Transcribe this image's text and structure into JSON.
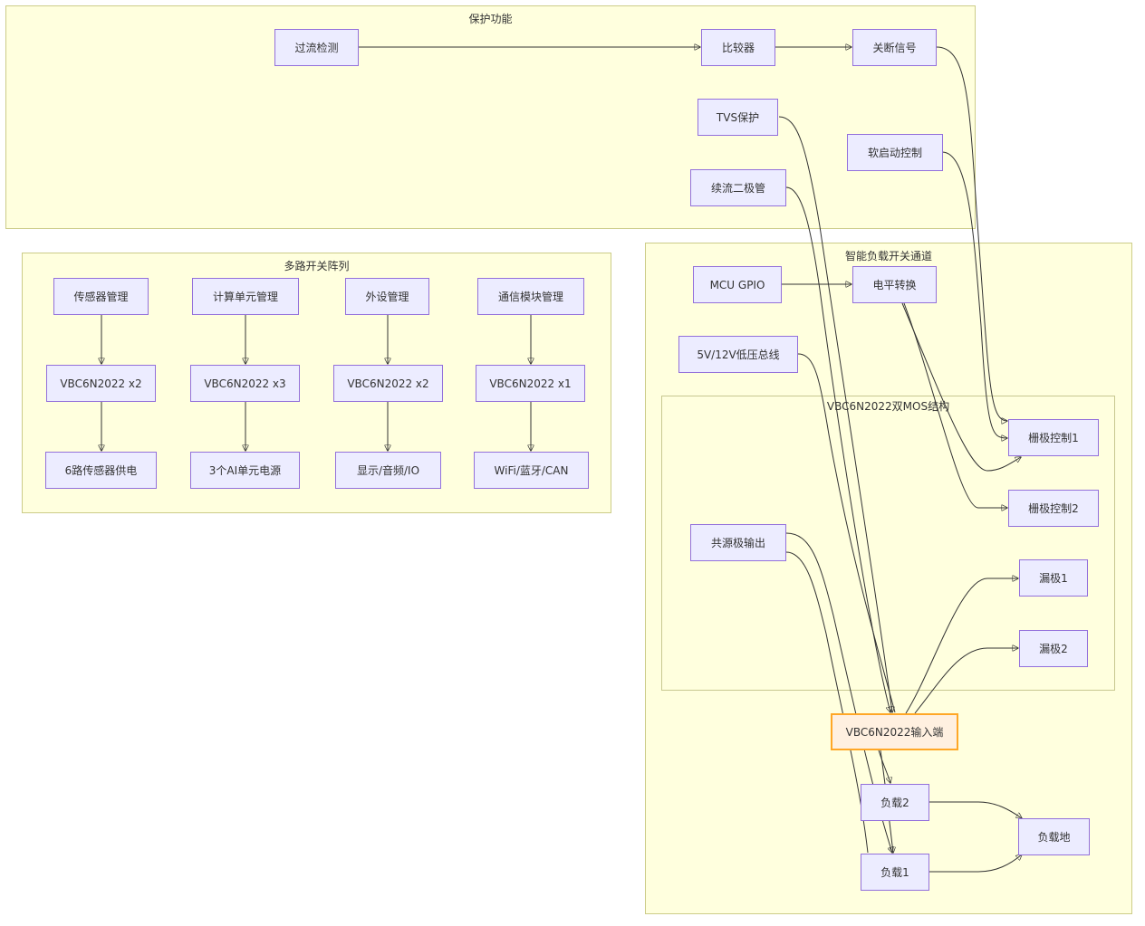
{
  "clusters": {
    "protection": "保护功能",
    "multi_switch": "多路开关阵列",
    "smart_channel": "智能负载开关通道",
    "dual_mos": "VBC6N2022双MOS结构"
  },
  "nodes": {
    "overcurrent": "过流检测",
    "comparator": "比较器",
    "shutdown": "关断信号",
    "tvs": "TVS保护",
    "soft_start": "软启动控制",
    "freewheel": "续流二极管",
    "sensor_mgmt": "传感器管理",
    "compute_mgmt": "计算单元管理",
    "periph_mgmt": "外设管理",
    "comm_mgmt": "通信模块管理",
    "vbc_x2_a": "VBC6N2022 x2",
    "vbc_x3": "VBC6N2022 x3",
    "vbc_x2_b": "VBC6N2022 x2",
    "vbc_x1": "VBC6N2022 x1",
    "sensor_power": "6路传感器供电",
    "ai_power": "3个AI单元电源",
    "display_io": "显示/音频/IO",
    "wifi_can": "WiFi/蓝牙/CAN",
    "mcu_gpio": "MCU GPIO",
    "level_shift": "电平转换",
    "lv_bus": "5V/12V低压总线",
    "gate1": "栅极控制1",
    "gate2": "栅极控制2",
    "common_source": "共源极输出",
    "drain1": "漏极1",
    "drain2": "漏极2",
    "vbc_input": "VBC6N2022输入端",
    "load2": "负载2",
    "load1": "负载1",
    "load_gnd": "负载地"
  },
  "edges": [
    [
      "overcurrent",
      "comparator"
    ],
    [
      "comparator",
      "shutdown"
    ],
    [
      "shutdown",
      "gate1"
    ],
    [
      "soft_start",
      "gate1"
    ],
    [
      "level_shift",
      "gate1"
    ],
    [
      "level_shift",
      "gate2"
    ],
    [
      "mcu_gpio",
      "level_shift"
    ],
    [
      "tvs",
      "vbc_input"
    ],
    [
      "freewheel",
      "vbc_input"
    ],
    [
      "lv_bus",
      "vbc_input"
    ],
    [
      "common_source",
      "load1"
    ],
    [
      "common_source",
      "load2"
    ],
    [
      "vbc_input",
      "drain1"
    ],
    [
      "vbc_input",
      "drain2"
    ],
    [
      "vbc_input",
      "load1"
    ],
    [
      "load2",
      "load_gnd"
    ],
    [
      "load1",
      "load_gnd"
    ],
    [
      "sensor_mgmt",
      "vbc_x2_a"
    ],
    [
      "vbc_x2_a",
      "sensor_power"
    ],
    [
      "compute_mgmt",
      "vbc_x3"
    ],
    [
      "vbc_x3",
      "ai_power"
    ],
    [
      "periph_mgmt",
      "vbc_x2_b"
    ],
    [
      "vbc_x2_b",
      "display_io"
    ],
    [
      "comm_mgmt",
      "vbc_x1"
    ],
    [
      "vbc_x1",
      "wifi_can"
    ]
  ]
}
